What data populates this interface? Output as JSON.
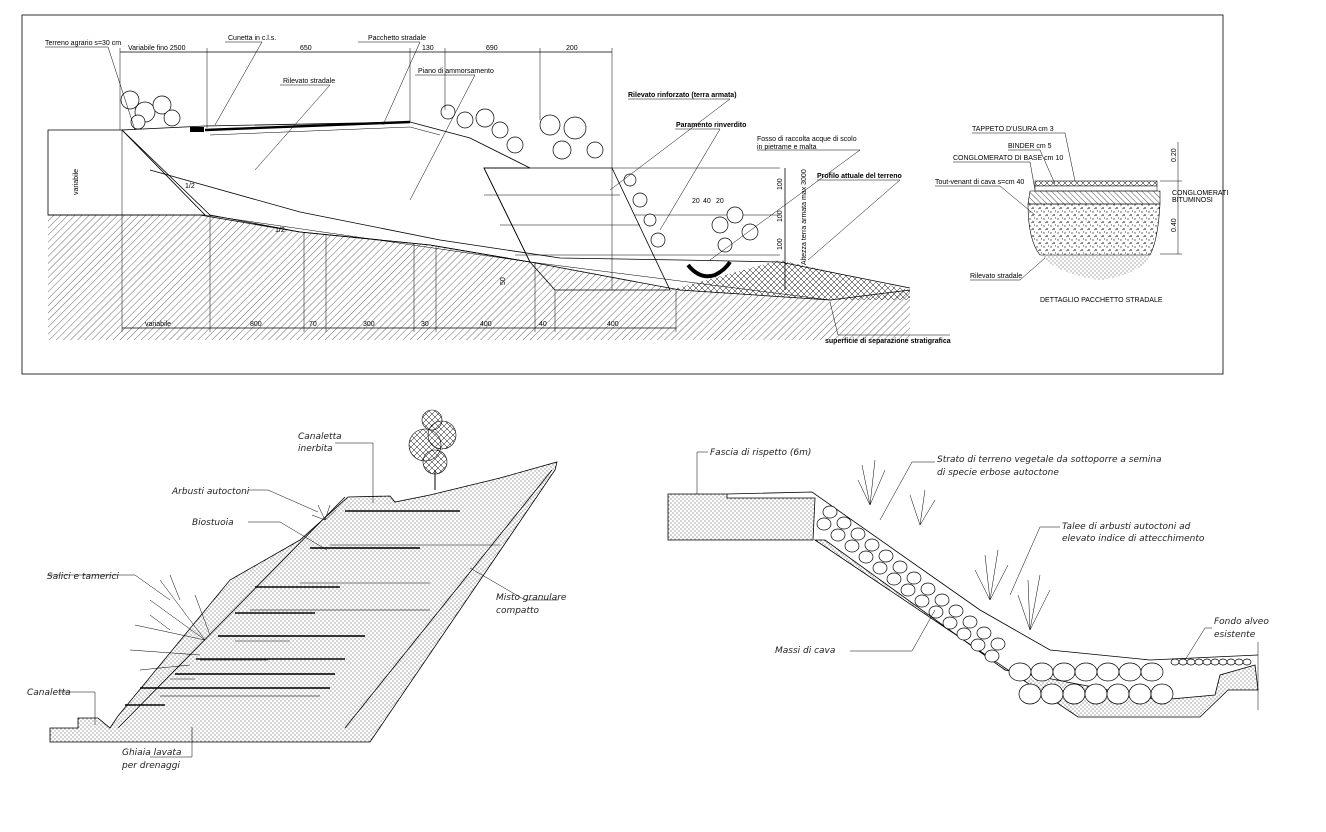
{
  "top_section": {
    "labels": {
      "terreno_agrario": "Terreno agrario s=30 cm",
      "cunetta": "Cunetta in c.l.s.",
      "pacchetto": "Pacchetto stradale",
      "rilevato_stradale": "Rilevato stradale",
      "piano_ammorsamento": "Piano di ammorsamento",
      "rilevato_rinforzato": "Rilevato rinforzato (terra armata)",
      "paramento": "Paramento rinverdito",
      "fosso_1": "Fosso di raccolta acque di scolo",
      "fosso_2": "in pietrame e malta",
      "profilo": "Profilo attuale del terreno",
      "superficie": "superficie di separazione stratigrafica",
      "altezza_terra": "Altezza terra armata max 3000",
      "slope_1": "1/2",
      "slope_2": "1/2"
    },
    "top_dimensions": [
      "Variabile fino 2500",
      "650",
      "130",
      "690",
      "200"
    ],
    "bottom_dimensions": [
      "variabile",
      "800",
      "70",
      "300",
      "30",
      "400",
      "40",
      "400"
    ],
    "vertical_dimensions": [
      "100",
      "100",
      "100",
      "20",
      "40",
      "20",
      "50"
    ],
    "left_dimension": "variabile"
  },
  "road_detail": {
    "title": "DETTAGLIO PACCHETTO STRADALE",
    "labels": {
      "tappeto": "TAPPETO D'USURA cm 3",
      "binder": "BINDER cm 5",
      "conglomerato": "CONGLOMERATO DI BASE cm 10",
      "tout_venant": "Tout-venant di cava s=cm 40",
      "rilevato": "Rilevato stradale",
      "conglomerati_bituminosi_1": "CONGLOMERATI",
      "conglomerati_bituminosi_2": "BITUMINOSI",
      "dim_top": "0.20",
      "dim_bottom": "0.40"
    }
  },
  "reinforced_slope": {
    "labels": {
      "canaletta_inerbita_1": "Canaletta",
      "canaletta_inerbita_2": "inerbita",
      "arbusti": "Arbusti autoctoni",
      "biostuoia": "Biostuoia",
      "salici": "Salici e tamerici",
      "misto_1": "Misto granulare",
      "misto_2": "compatto",
      "canaletta": "Canaletta",
      "ghiaia_1": "Ghiaia lavata",
      "ghiaia_2": "per drenaggi"
    }
  },
  "riverbank_section": {
    "labels": {
      "fascia": "Fascia di rispetto (6m)",
      "strato_1": "Strato di terreno vegetale da sottoporre a semina",
      "strato_2": "di specie erbose autoctone",
      "talee_1": "Talee di arbusti autoctoni ad",
      "talee_2": "elevato indice di attecchimento",
      "massi": "Massi di cava",
      "fondo_1": "Fondo alveo",
      "fondo_2": "esistente"
    }
  }
}
